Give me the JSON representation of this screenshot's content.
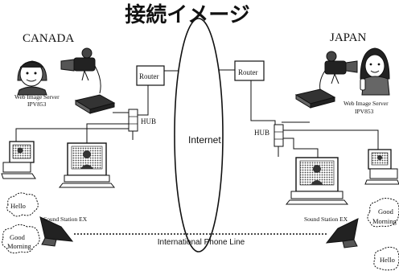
{
  "title": "接続イメージ",
  "regions": {
    "left": "CANADA",
    "right": "JAPAN"
  },
  "network": {
    "router_label": "Router",
    "hub_label": "HUB",
    "internet_label": "Internet",
    "server_label": "Web Image Server",
    "server_model": "IPV853"
  },
  "phone": {
    "device_label": "Sound Station EX",
    "line_label": "International Phone Line"
  },
  "bubbles": {
    "left_top": "Hello",
    "left_bottom": [
      "Good",
      "Morning"
    ],
    "right_top": [
      "Good",
      "Morning"
    ],
    "right_bottom": "Hello"
  },
  "colors": {
    "ink": "#111111",
    "paper": "#ffffff",
    "shade": "#555555"
  }
}
